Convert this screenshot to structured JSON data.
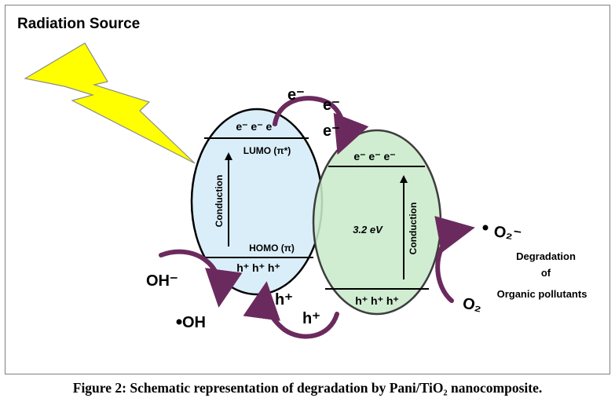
{
  "title": "Radiation Source",
  "pani": {
    "top_electrons": "e⁻ e⁻ e⁻",
    "lumo_label": "LUMO (π*)",
    "conduction_label": "Conduction",
    "homo_label": "HOMO (π)",
    "bottom_holes": "h⁺ h⁺ h⁺"
  },
  "tio2": {
    "top_electrons": "e⁻ e⁻ e⁻",
    "band_gap_label": "3.2 eV",
    "conduction_label": "Conduction",
    "bottom_holes": "h⁺ h⁺ h⁺"
  },
  "transfer_electrons": [
    "e⁻",
    "e⁻",
    "e⁻"
  ],
  "transfer_holes": [
    "h⁺",
    "h⁺"
  ],
  "left_reaction": {
    "reactant": "OH⁻",
    "product": "OH"
  },
  "right_reaction": {
    "reactant": "O₂",
    "product": "O₂⁻"
  },
  "degradation_lines": [
    "Degradation",
    "of",
    "Organic pollutants"
  ],
  "caption": "Figure 2: Schematic representation of degradation by Pani/TiO₂ nanocomposite.",
  "colors": {
    "bolt_fill": "#ffff00",
    "pani_fill": "#daeef9",
    "tio2_fill": "#c9ebcb",
    "arrow_color": "#6b2a5e",
    "outline": "#000000"
  }
}
